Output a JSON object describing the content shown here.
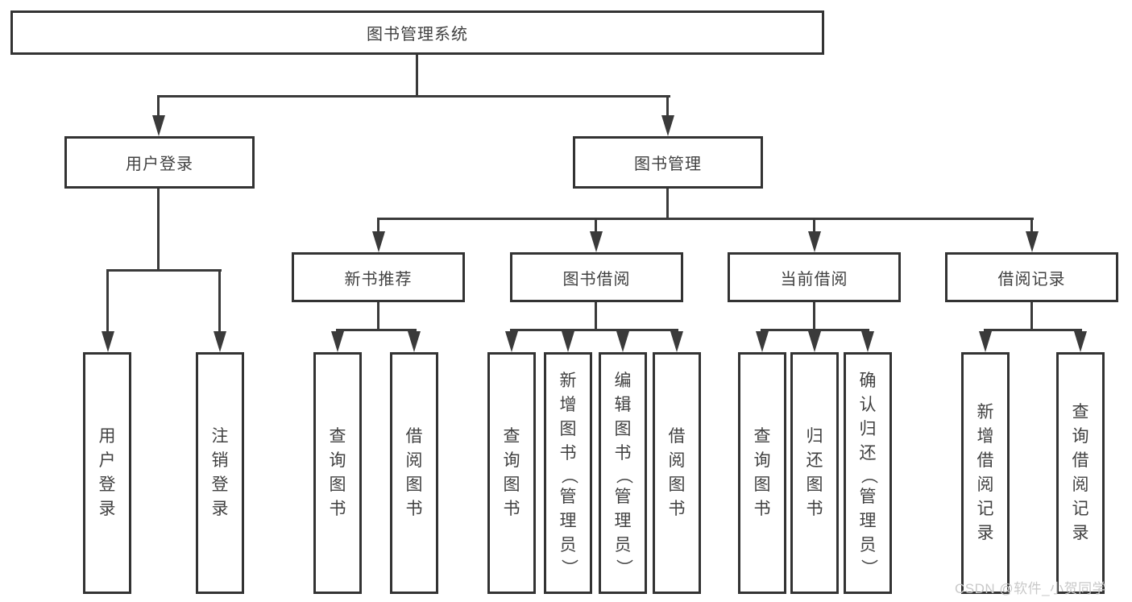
{
  "colors": {
    "background": "#ffffff",
    "line": "#3a3a3a",
    "box_border": "#333333",
    "text": "#414141",
    "watermark": "#c9c9c9"
  },
  "watermark": {
    "text": "CSDN @软件_小贺同学"
  },
  "tree": {
    "label": "图书管理系统",
    "children": [
      {
        "label": "用户登录",
        "children": [
          {
            "label": "用户登录"
          },
          {
            "label": "注销登录"
          }
        ]
      },
      {
        "label": "图书管理",
        "children": [
          {
            "label": "新书推荐",
            "children": [
              {
                "label": "查询图书"
              },
              {
                "label": "借阅图书"
              }
            ]
          },
          {
            "label": "图书借阅",
            "children": [
              {
                "label": "查询图书"
              },
              {
                "label": "新增图书（管理员）"
              },
              {
                "label": "编辑图书（管理员）"
              },
              {
                "label": "借阅图书"
              }
            ]
          },
          {
            "label": "当前借阅",
            "children": [
              {
                "label": "查询图书"
              },
              {
                "label": "归还图书"
              },
              {
                "label": "确认归还（管理员）"
              }
            ]
          },
          {
            "label": "借阅记录",
            "children": [
              {
                "label": "新增借阅记录"
              },
              {
                "label": "查询借阅记录"
              }
            ]
          }
        ]
      }
    ]
  }
}
